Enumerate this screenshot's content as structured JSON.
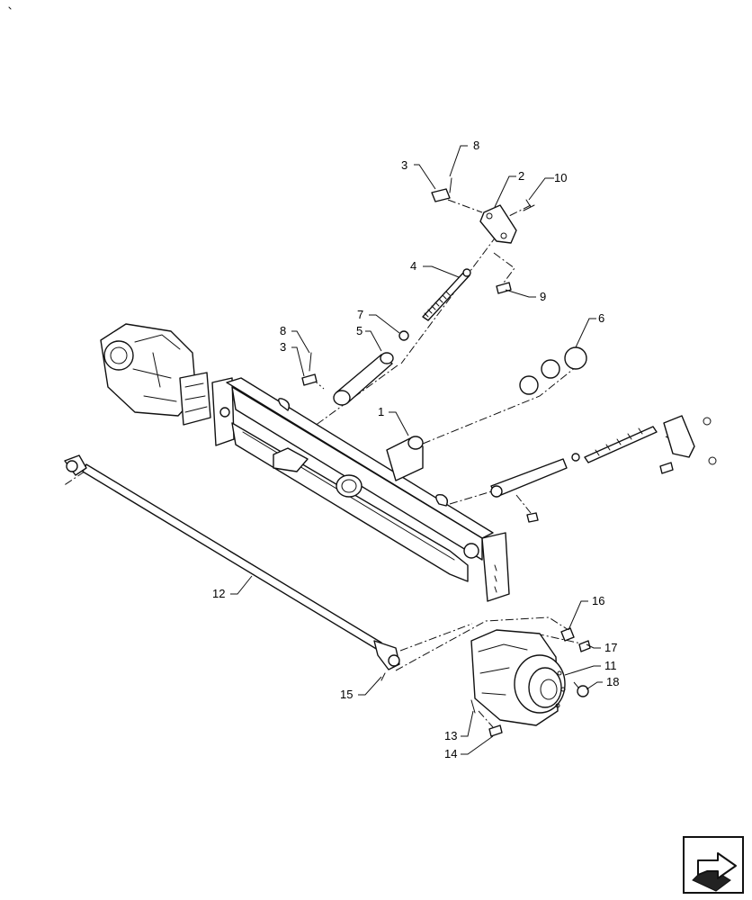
{
  "callouts": [
    {
      "id": "c8a",
      "text": "8"
    },
    {
      "id": "c3a",
      "text": "3"
    },
    {
      "id": "c2",
      "text": "2"
    },
    {
      "id": "c10",
      "text": "10"
    },
    {
      "id": "c4",
      "text": "4"
    },
    {
      "id": "c9",
      "text": "9"
    },
    {
      "id": "c7",
      "text": "7"
    },
    {
      "id": "c6",
      "text": "6"
    },
    {
      "id": "c8b",
      "text": "8"
    },
    {
      "id": "c5",
      "text": "5"
    },
    {
      "id": "c3b",
      "text": "3"
    },
    {
      "id": "c1",
      "text": "1"
    },
    {
      "id": "c12",
      "text": "12"
    },
    {
      "id": "c16",
      "text": "16"
    },
    {
      "id": "c17",
      "text": "17"
    },
    {
      "id": "c11",
      "text": "11"
    },
    {
      "id": "c18",
      "text": "18"
    },
    {
      "id": "c15",
      "text": "15"
    },
    {
      "id": "c13",
      "text": "13"
    },
    {
      "id": "c14",
      "text": "14"
    }
  ],
  "nav_icon": "next-page-arrow-icon"
}
